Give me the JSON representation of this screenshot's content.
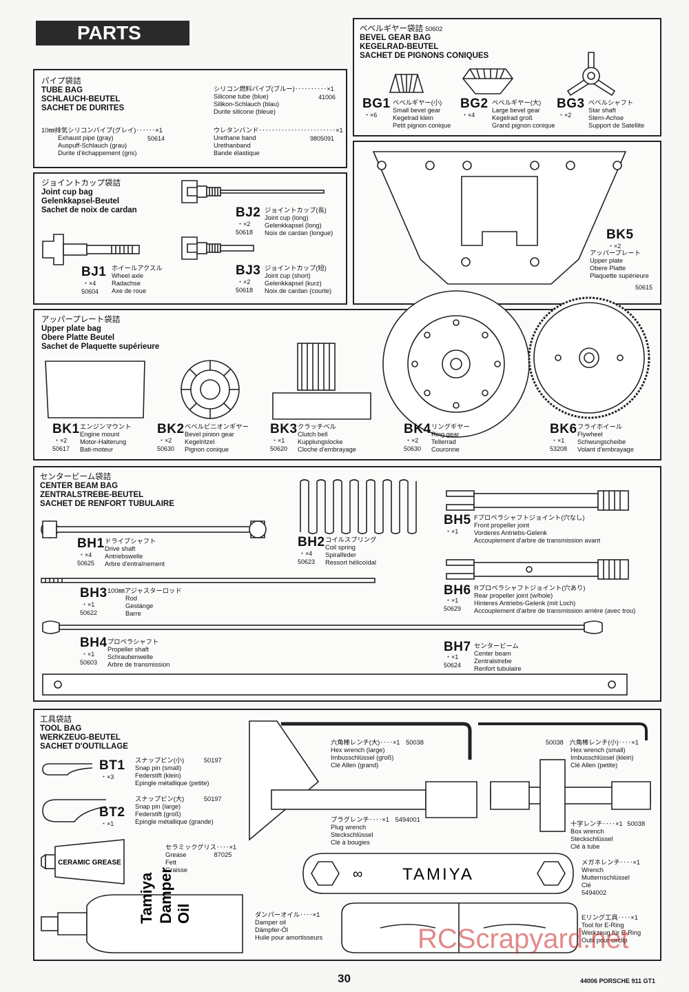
{
  "header": {
    "parts_label": "PARTS"
  },
  "tube_bag": {
    "title": [
      "パイプ袋詰",
      "TUBE BAG",
      "SCHLAUCH-BEUTEL",
      "SACHET DE DURITES"
    ],
    "items": [
      {
        "jp": "10㎜排気シリコンパイプ(グレイ)‥‥‥×1",
        "pn": "50614",
        "lines": [
          "Exhaust pipe (gray)",
          "Auspuff-Schlauch (grau)",
          "Durite d'échappement (gris)"
        ]
      },
      {
        "jp": "シリコン燃料パイプ(ブルー)‥‥‥‥‥×1",
        "pn": "41006",
        "lines": [
          "Silicone tube (blue)",
          "Silikon-Schlauch (blau)",
          "Durite silicone (bleue)"
        ]
      },
      {
        "jp": "ウレタンバンド‥‥‥‥‥‥‥‥‥‥‥‥×1",
        "pn": "9805091",
        "lines": [
          "Urethane band",
          "Urethanband",
          "Bande élastique"
        ]
      }
    ]
  },
  "bevel_gear_bag": {
    "title": [
      "ベベルギヤー袋詰",
      "BEVEL GEAR BAG",
      "KEGELRAD-BEUTEL",
      "SACHET DE PIGNONS CONIQUES"
    ],
    "title_pn": "50602",
    "items": [
      {
        "code": "BG1",
        "qty": "・×6",
        "jp": "ベベルギヤー(小)",
        "lines": [
          "Small bevel gear",
          "Kegelrad klein",
          "Petit pignon conique"
        ]
      },
      {
        "code": "BG2",
        "qty": "・×4",
        "jp": "ベベルギヤー(大)",
        "lines": [
          "Large bevel gear",
          "Kegelrad groß",
          "Grand pignon conique"
        ]
      },
      {
        "code": "BG3",
        "qty": "・×2",
        "jp": "ベベルシャフト",
        "lines": [
          "Star shaft",
          "Stern-Achse",
          "Support de Satellite"
        ]
      }
    ]
  },
  "joint_cup_bag": {
    "title": [
      "ジョイントカップ袋詰",
      "Joint cup bag",
      "Gelenkkapsel-Beutel",
      "Sachet de noix de cardan"
    ],
    "items": [
      {
        "code": "BJ1",
        "qty": "・×4",
        "pn": "50604",
        "jp": "ホイールアクスル",
        "lines": [
          "Wheel axle",
          "Radachse",
          "Axe de roue"
        ]
      },
      {
        "code": "BJ2",
        "qty": "・×2",
        "pn": "50618",
        "jp": "ジョイントカップ(長)",
        "lines": [
          "Joint cup (long)",
          "Gelenkkapsel (long)",
          "Noix de cardan (longue)"
        ]
      },
      {
        "code": "BJ3",
        "qty": "・×2",
        "pn": "50618",
        "jp": "ジョイントカップ(短)",
        "lines": [
          "Joint cup (short)",
          "Gelenkkapsel (kurz)",
          "Noix de cardan (courte)"
        ]
      }
    ]
  },
  "bk5": {
    "code": "BK5",
    "qty": "・×2",
    "pn": "50615",
    "jp": "アッパープレート",
    "lines": [
      "Upper plate",
      "Obere Platte",
      "Plaquette supérieure"
    ]
  },
  "upper_plate_bag": {
    "title": [
      "アッパープレート袋詰",
      "Upper plate bag",
      "Obere Platte Beutel",
      "Sachet de Plaquette supérieure"
    ],
    "items": [
      {
        "code": "BK1",
        "qty": "・×2",
        "pn": "50617",
        "jp": "エンジンマウント",
        "lines": [
          "Engine mount",
          "Motor-Halterung",
          "Bati-moteur"
        ]
      },
      {
        "code": "BK2",
        "qty": "・×2",
        "pn": "50630",
        "jp": "ベベルピニオンギヤー",
        "lines": [
          "Bevel pinion gear",
          "Kegelritzel",
          "Pignon conique"
        ]
      },
      {
        "code": "BK3",
        "qty": "・×1",
        "pn": "50620",
        "jp": "クラッチベル",
        "lines": [
          "Clutch bell",
          "Kupplungslocke",
          "Cloche d'embrayage"
        ]
      },
      {
        "code": "BK4",
        "qty": "・×2",
        "pn": "50630",
        "jp": "リングギヤー",
        "lines": [
          "Ring gear",
          "Tellerrad",
          "Couronne"
        ]
      },
      {
        "code": "BK6",
        "qty": "・×1",
        "pn": "53208",
        "jp": "フライホイール",
        "lines": [
          "Flywheel",
          "Schwungscheibe",
          "Volant d'embrayage"
        ]
      }
    ]
  },
  "center_beam_bag": {
    "title": [
      "センタービーム袋詰",
      "CENTER BEAM BAG",
      "ZENTRALSTREBE-BEUTEL",
      "SACHET DE RENFORT TUBULAIRE"
    ],
    "items": [
      {
        "code": "BH1",
        "qty": "・×4",
        "pn": "50625",
        "jp": "ドライブシャフト",
        "lines": [
          "Drive shaft",
          "Antriebswelle",
          "Arbre d'entraînement"
        ]
      },
      {
        "code": "BH2",
        "qty": "・×4",
        "pn": "50623",
        "jp": "コイルスプリング",
        "lines": [
          "Coil spring",
          "Spiralfeder",
          "Ressort hélicoïdal"
        ]
      },
      {
        "code": "BH3",
        "qty": "・×1",
        "pn": "50622",
        "jp": "100㎜アジャスターロッド",
        "lines": [
          "Rod",
          "Gestänge",
          "Barre"
        ]
      },
      {
        "code": "BH4",
        "qty": "・×1",
        "pn": "50603",
        "jp": "プロペラシャフト",
        "lines": [
          "Propeller shaft",
          "Schraubenwelle",
          "Arbre de transmission"
        ]
      },
      {
        "code": "BH5",
        "qty": "・×1",
        "pn": "",
        "jp": "Fプロペラシャフトジョイント(穴なし)",
        "lines": [
          "Front propeller joint",
          "Vorderes Antriebs-Gelenk",
          "Accouplement d'arbre de transmission avant"
        ]
      },
      {
        "code": "BH6",
        "qty": "・×1",
        "pn": "50629",
        "jp": "Rプロペラシャフトジョイント(穴あり)",
        "lines": [
          "Rear propeller joint (w/hole)",
          "Hinteres Antriebs-Gelenk (mit Loch)",
          "Accouplement d'arbre de transmission arrière (avec trou)"
        ]
      },
      {
        "code": "BH7",
        "qty": "・×1",
        "pn": "50624",
        "jp": "センタービーム",
        "lines": [
          "Center beam",
          "Zentralstrebe",
          "Renfort tubulaire"
        ]
      }
    ]
  },
  "tool_bag": {
    "title": [
      "工具袋詰",
      "TOOL BAG",
      "WERKZEUG-BEUTEL",
      "SACHET D'OUTILLAGE"
    ],
    "items": [
      {
        "code": "BT1",
        "qty": "・×3",
        "jp": "スナップピン(小)",
        "pn": "50197",
        "lines": [
          "Snap pin (small)",
          "Federstift (klein)",
          "Epingle métallique (petite)"
        ]
      },
      {
        "code": "BT2",
        "qty": "・×1",
        "jp": "スナップピン(大)",
        "pn": "50197",
        "lines": [
          "Snap pin (large)",
          "Federstift (groß)",
          "Epingle métallique (grande)"
        ]
      },
      {
        "jp": "セラミックグリス‥‥×1",
        "pn": "87025",
        "lines": [
          "Grease",
          "Fett",
          "Graisse"
        ]
      },
      {
        "jp": "ダンパーオイル‥‥×1",
        "pn": "",
        "lines": [
          "Damper oil",
          "Dämpfer-Öl",
          "Huile pour amortisseurs"
        ]
      },
      {
        "jp": "六角棒レンチ(大)‥‥×1",
        "pn": "50038",
        "lines": [
          "Hex wrench (large)",
          "Imbusschlüssel (groß)",
          "Clé Allen (grand)"
        ]
      },
      {
        "jp": "六角棒レンチ(小)‥‥×1",
        "pn": "50038",
        "lines": [
          "Hex wrench (small)",
          "Imbusschlüssel (klein)",
          "Clé Allen (petite)"
        ]
      },
      {
        "jp": "プラグレンチ‥‥×1",
        "pn": "5494001",
        "lines": [
          "Plug wrench",
          "Steckschlüssel",
          "Clé à bougies"
        ]
      },
      {
        "jp": "十字レンチ‥‥×1",
        "pn": "50038",
        "lines": [
          "Box wrench",
          "Steckschlüssel",
          "Clé à tube"
        ]
      },
      {
        "jp": "メガネレンチ‥‥×1",
        "pn": "5494002",
        "lines": [
          "Wrench",
          "Mutternschlüssel",
          "Clé"
        ]
      },
      {
        "jp": "Eリング工具‥‥×1",
        "pn": "",
        "lines": [
          "Tool for E-Ring",
          "Werkzeug für E-Ring",
          "Outil pour circlip"
        ]
      }
    ],
    "wrench_brand": "TAMIYA",
    "grease_brand": "CERAMIC GREASE",
    "oil_brand": [
      "Tamiya",
      "Damper",
      "Oil"
    ]
  },
  "footer": {
    "page_number": "30",
    "model": "44006 PORSCHE 911 GT1",
    "watermark": "RCScrapyard.net"
  }
}
